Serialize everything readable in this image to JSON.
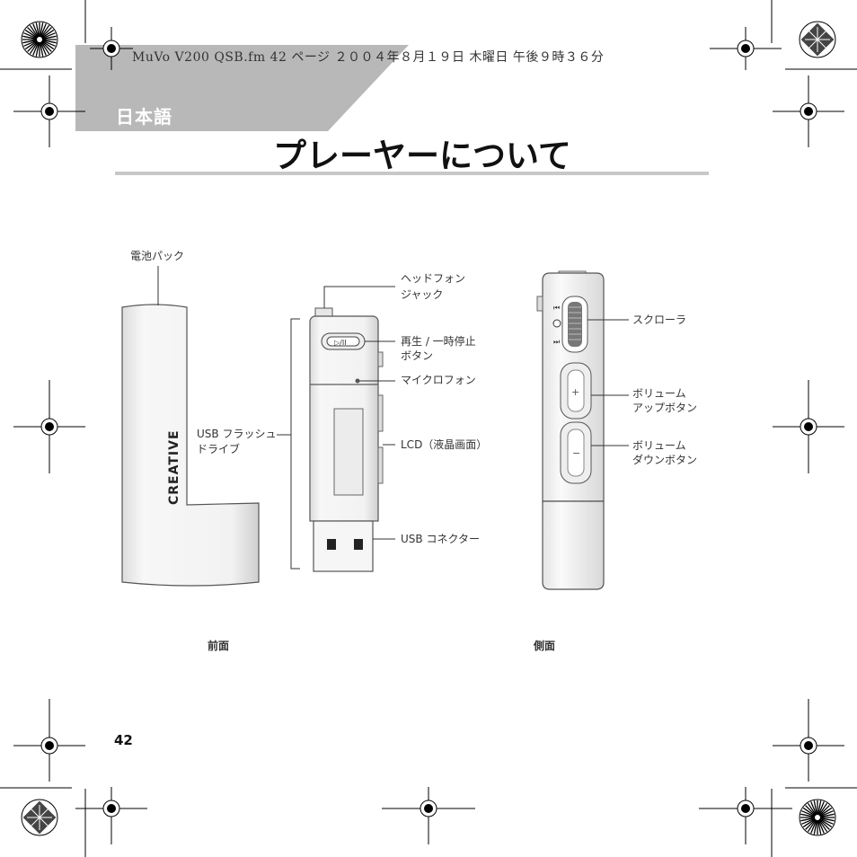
{
  "header": {
    "file_info": "MuVo V200 QSB.fm  42 ページ  ２００４年８月１９日  木曜日  午後９時３６分"
  },
  "section": {
    "language_tab": "日本語",
    "title": "プレーヤーについて"
  },
  "front_view": {
    "brand": "CREATIVE",
    "caption": "前面",
    "labels": {
      "battery_pack": "電池パック",
      "headphone_jack_line1": "ヘッドフォン",
      "headphone_jack_line2": "ジャック",
      "play_pause_line1": "再生 / 一時停止",
      "play_pause_line2": "ボタン",
      "microphone": "マイクロフォン",
      "usb_flash_line1": "USB フラッシュ",
      "usb_flash_line2": "ドライブ",
      "lcd": "LCD（液晶画面）",
      "usb_connector": "USB コネクター"
    }
  },
  "side_view": {
    "caption": "側面",
    "labels": {
      "scroller": "スクローラ",
      "volume_up_line1": "ボリューム",
      "volume_up_line2": "アップボタン",
      "volume_down_line1": "ボリューム",
      "volume_down_line2": "ダウンボタン"
    }
  },
  "footer": {
    "page_number": "42"
  },
  "colors": {
    "language_band": "#b8b8b8",
    "title_rule": "#c8c8c8",
    "device_body": "#f4f4f4",
    "device_outline": "#555555"
  }
}
